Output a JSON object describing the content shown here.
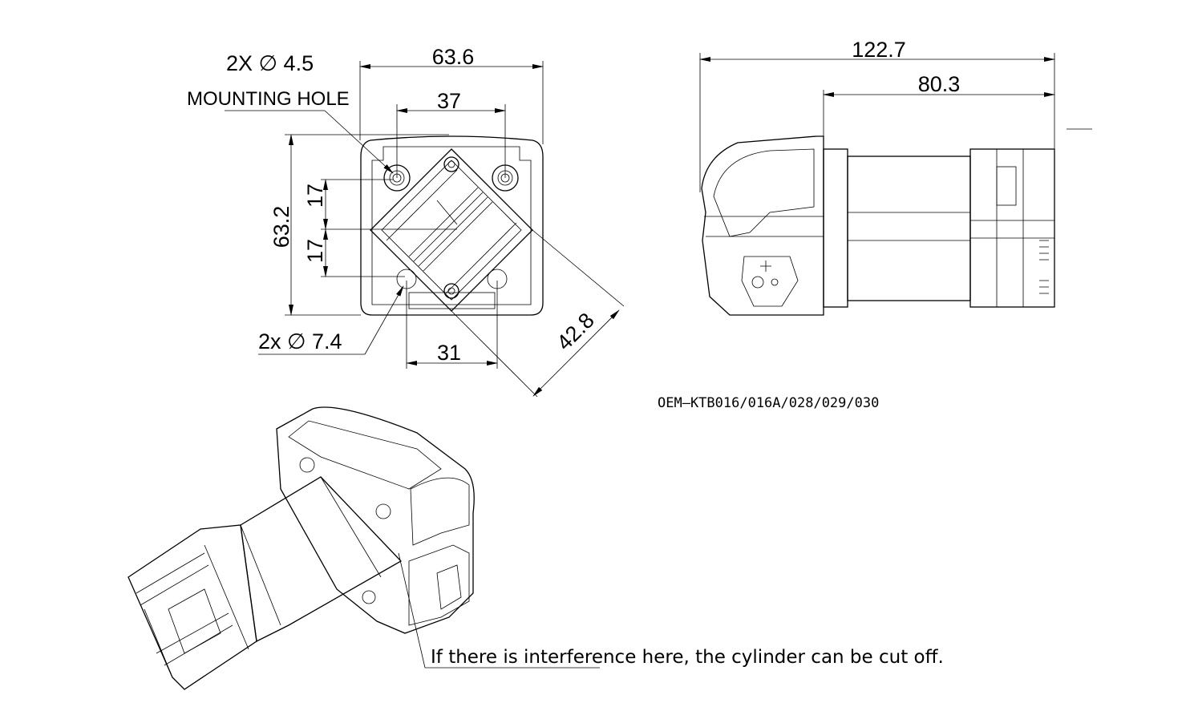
{
  "front_view": {
    "dimensions": {
      "width_overall": "63.6",
      "hole_spacing": "37",
      "height_overall": "63.2",
      "half_upper": "17",
      "half_lower": "17",
      "bottom_spacing": "31",
      "diagonal": "42.8"
    },
    "mounting_hole_callout": "2X ∅ 4.5",
    "mounting_hole_label": "MOUNTING HOLE",
    "secondary_hole_callout": "2x ∅ 7.4"
  },
  "side_view": {
    "dimensions": {
      "overall_length": "122.7",
      "cylinder_length": "80.3"
    }
  },
  "model_label": "OEM—KTB016/016A/028/029/030",
  "note": "If there is interference here, the cylinder can be cut off."
}
